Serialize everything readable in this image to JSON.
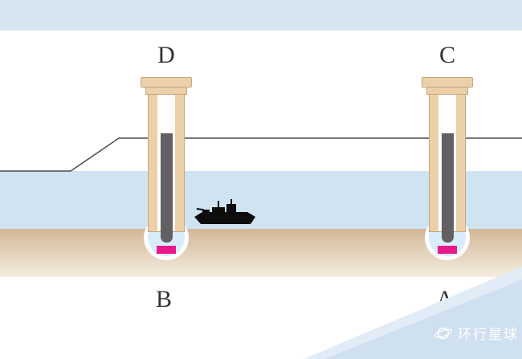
{
  "diagram": {
    "labels": {
      "top_left": "D",
      "top_right": "C",
      "bottom_left": "B",
      "bottom_right": "A"
    }
  },
  "watermark": {
    "text": "环行星球",
    "icon": "planet-ring-logo"
  },
  "icons": {
    "ship": "ship-silhouette"
  },
  "colors": {
    "sky_blue": "#d7e5f2",
    "corner_blue": "#cfe0f0",
    "corner_blue_light": "#e2ecf7",
    "water_blue": "#cfe3f1",
    "sand_top": "#d3b797",
    "sand_bottom": "#f4ecdf",
    "tower_tan": "#ecd0a9",
    "tower_border": "#c8a67b",
    "rod_gray": "#616164",
    "basin_blue": "#d9ecf9",
    "basin_rim": "#ffffff",
    "gate_magenta": "#e9198c",
    "outline_gray": "#4c4c4c",
    "label_color": "#333333",
    "ship_black": "#0d0d0d",
    "watermark_white": "#ffffff"
  }
}
